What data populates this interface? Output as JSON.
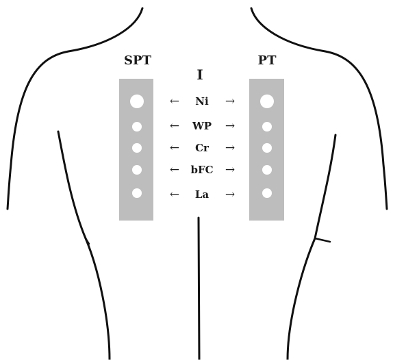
{
  "panels": {
    "left_title": "SPT",
    "right_title": "PT"
  },
  "center_label": "I",
  "arrows": {
    "left": "←",
    "right": "→"
  },
  "rows": [
    "Ni",
    "WP",
    "Cr",
    "bFC",
    "La"
  ],
  "colors": {
    "line": "#111111",
    "strip": "#bdbdbd",
    "spot": "#ffffff",
    "background": "#ffffff"
  },
  "icons": {
    "torso": "back-outline-icon",
    "strip": "patch-test-strip-icon",
    "spot": "test-spot-icon"
  }
}
